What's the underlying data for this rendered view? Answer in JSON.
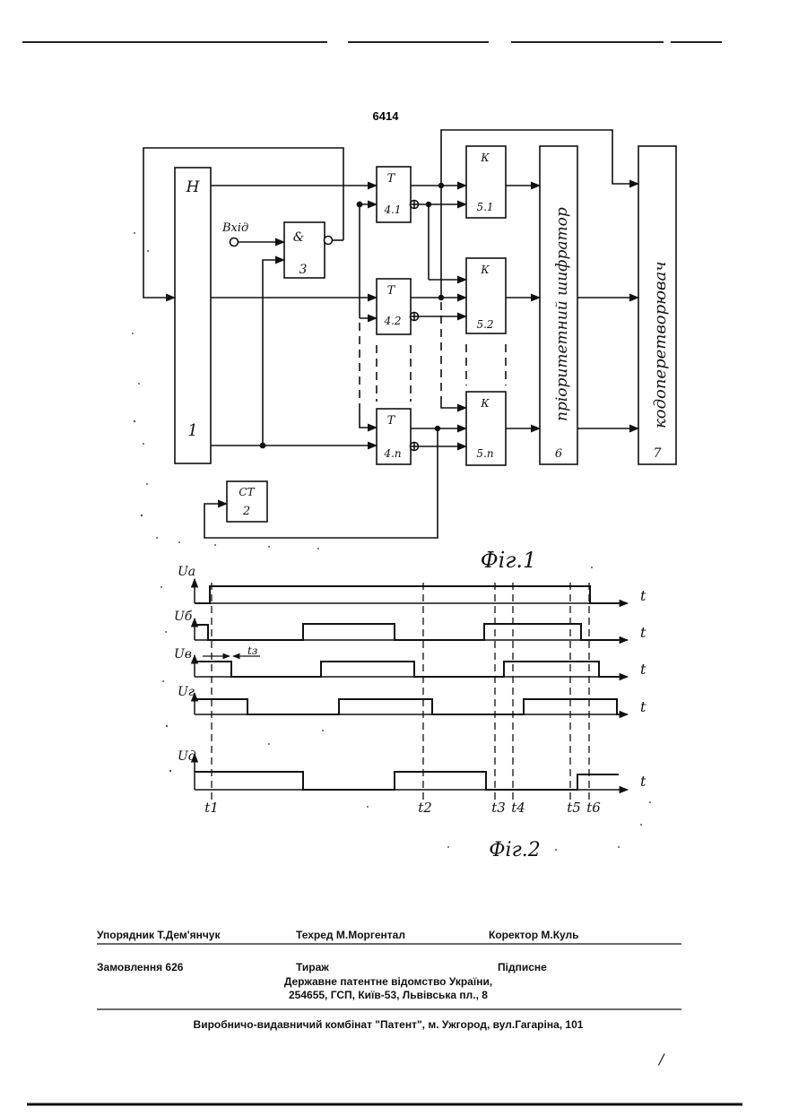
{
  "page": {
    "patent_number": "6414"
  },
  "figure1": {
    "caption": "Фіг.1",
    "input_label": "Вхід",
    "blocks": {
      "b1_top": "Н",
      "b1_bottom": "1",
      "b2_top": "СТ",
      "b2_bottom": "2",
      "b3_top": "&",
      "b3_bottom": "3",
      "t41_top": "Т",
      "t41_bottom": "4.1",
      "t42_top": "Т",
      "t42_bottom": "4.2",
      "t4n_top": "Т",
      "t4n_bottom": "4.n",
      "k51_top": "К",
      "k51_bottom": "5.1",
      "k52_top": "К",
      "k52_bottom": "5.2",
      "k5n_top": "К",
      "k5n_bottom": "5.n",
      "b6_text": "пріоритетний шифратор",
      "b6_num": "6",
      "b7_text": "кодоперетворювач",
      "b7_num": "7"
    }
  },
  "figure2": {
    "caption": "Фіг.2",
    "axis_label": "t",
    "delay_label": "tз",
    "signals": [
      "Uа",
      "Uб",
      "Uв",
      "Uг",
      "Uд"
    ],
    "time_marks": [
      "t1",
      "t2",
      "t3",
      "t4",
      "t5",
      "t6"
    ]
  },
  "footer": {
    "compiler": "Упорядник  Т.Дем'янчук",
    "techred": "Техред М.Моргентал",
    "corrector": "Коректор    М.Куль",
    "order": "Замовлення 626",
    "circulation": "Тираж",
    "subscription": "Підписне",
    "office_line1": "Державне патентне відомство України,",
    "office_line2": "254655, ГСП, Київ-53, Львівська пл., 8",
    "printer": "Виробничо-видавничий комбінат  \"Патент\", м. Ужгород, вул.Гагаріна, 101",
    "corner_mark": "/"
  }
}
